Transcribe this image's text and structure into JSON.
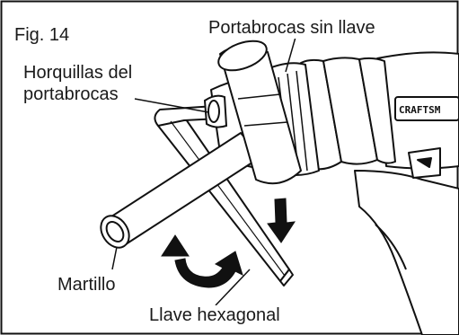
{
  "figure": {
    "number": "Fig. 14",
    "labels": {
      "chuck": "Portabrocas sin llave",
      "jaws_line1": "Horquillas del",
      "jaws_line2": "portabrocas",
      "hammer": "Martillo",
      "hex_key": "Llave hexagonal"
    },
    "brand": "CRAFTSM",
    "colors": {
      "line": "#111111",
      "background": "#ffffff"
    },
    "arrows": [
      {
        "direction": "down",
        "meaning": "strike"
      },
      {
        "direction": "counterclockwise",
        "meaning": "rotate"
      }
    ]
  }
}
